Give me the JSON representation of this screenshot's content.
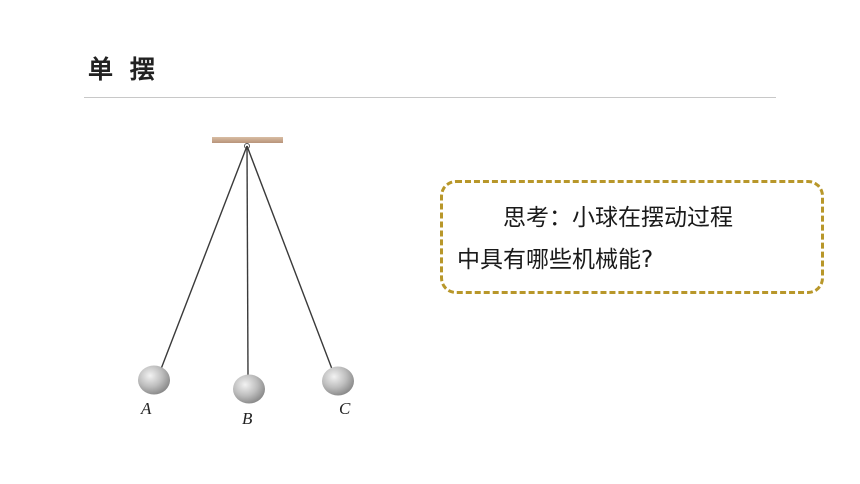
{
  "slide": {
    "title": "单 摆"
  },
  "think_box": {
    "line1": "思考：小球在摆动过程",
    "line2": "中具有哪些机械能?"
  },
  "pendulum": {
    "labels": [
      "A",
      "B",
      "C"
    ],
    "colors": {
      "support": "#c9a88a",
      "string": "#3a3a3a",
      "ball_light": "#eeeeee",
      "ball_dark": "#8a8a8a"
    }
  }
}
